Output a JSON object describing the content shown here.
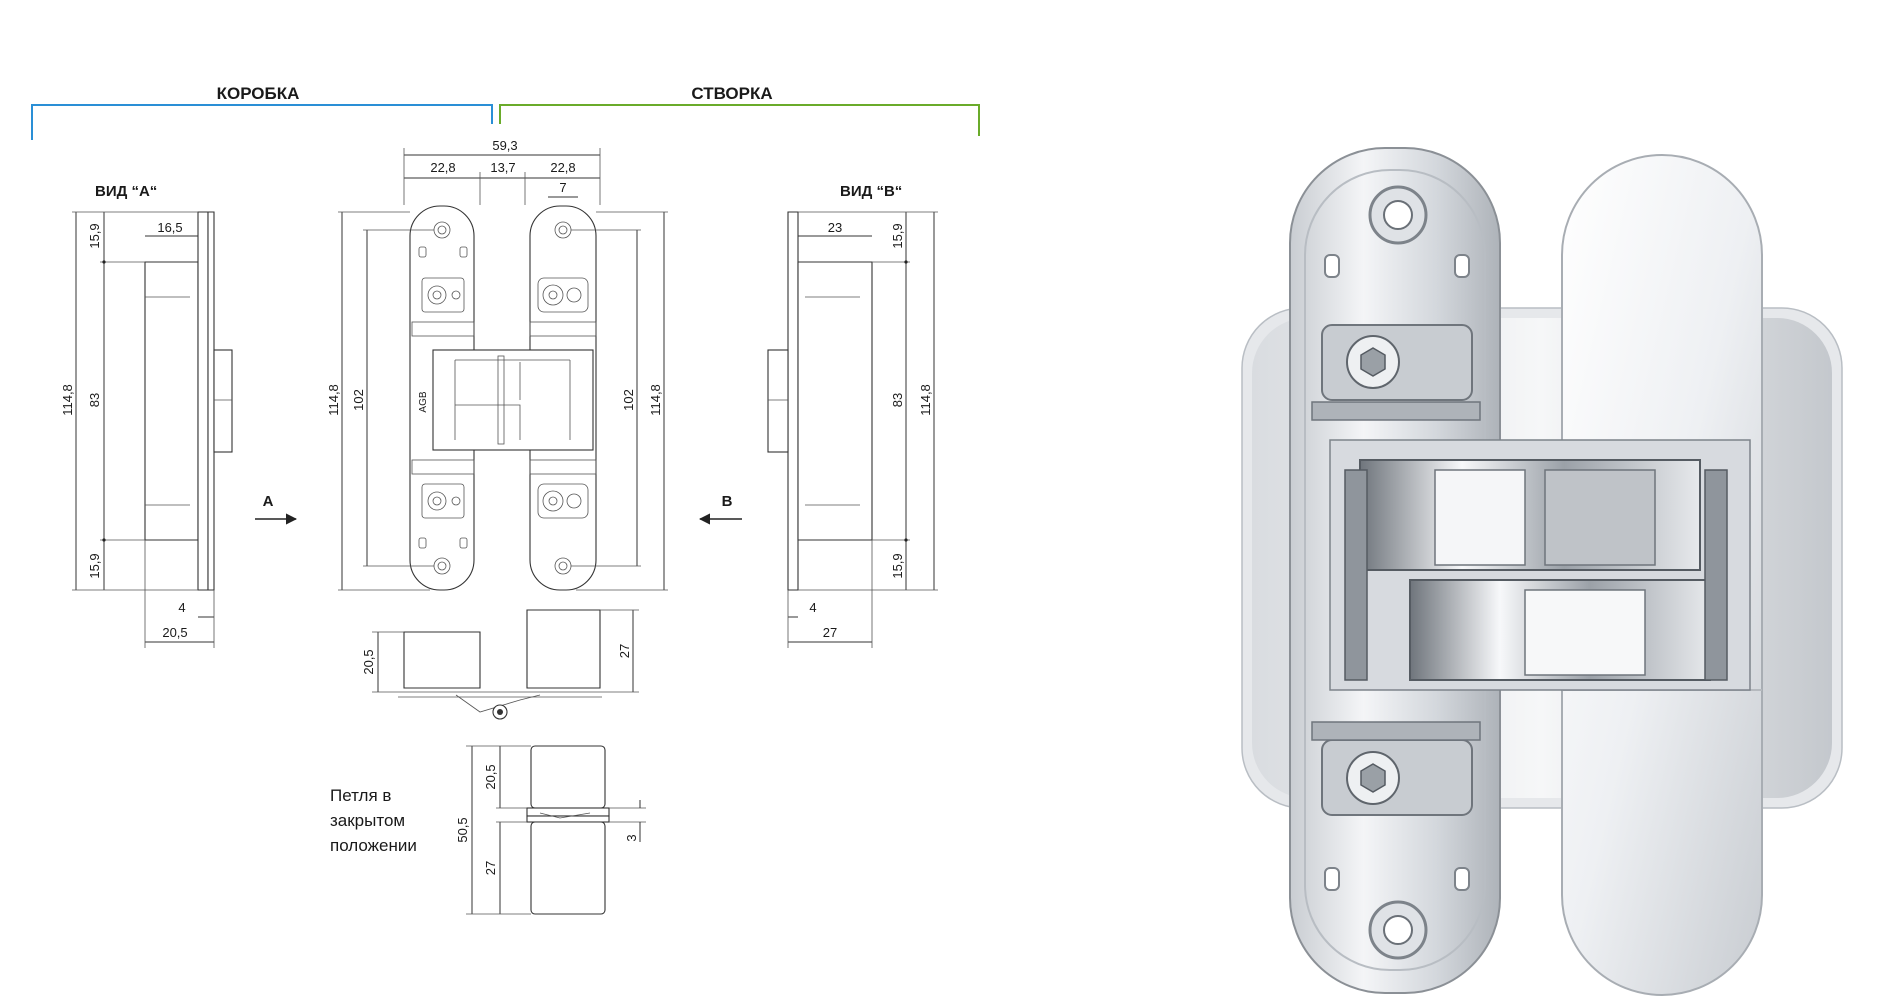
{
  "headers": {
    "left": "КОРОБКА",
    "right": "СТВОРКА",
    "left_color": "#2a8fd6",
    "right_color": "#6aab2a"
  },
  "views": {
    "a": "ВИД “A“",
    "b": "ВИД “B“",
    "arrow_a": "A",
    "arrow_b": "B"
  },
  "dims": {
    "total_width": "59,3",
    "width_left": "22,8",
    "width_mid": "13,7",
    "width_right": "22,8",
    "hole_spacing": "7",
    "height_total": "114,8",
    "height_inner": "102",
    "a_depth": "16,5",
    "a_top": "15,9",
    "a_mid": "83",
    "a_bottom": "15,9",
    "a_base_small": "4",
    "a_base": "20,5",
    "b_depth": "23",
    "b_top": "15,9",
    "b_mid": "83",
    "b_bottom": "15,9",
    "b_base_small": "4",
    "b_base": "27",
    "open_left": "20,5",
    "open_right": "27",
    "closed_top": "20,5",
    "closed_total": "50,5",
    "closed_bottom": "27",
    "closed_gap": "3"
  },
  "note": {
    "line1": "Петля в",
    "line2": "закрытом",
    "line3": "положении"
  },
  "logo": "AGB",
  "colors": {
    "metal_dark": "#9aa0a6",
    "metal_light": "#f2f4f6",
    "chrome_body": "#e9ebee"
  }
}
